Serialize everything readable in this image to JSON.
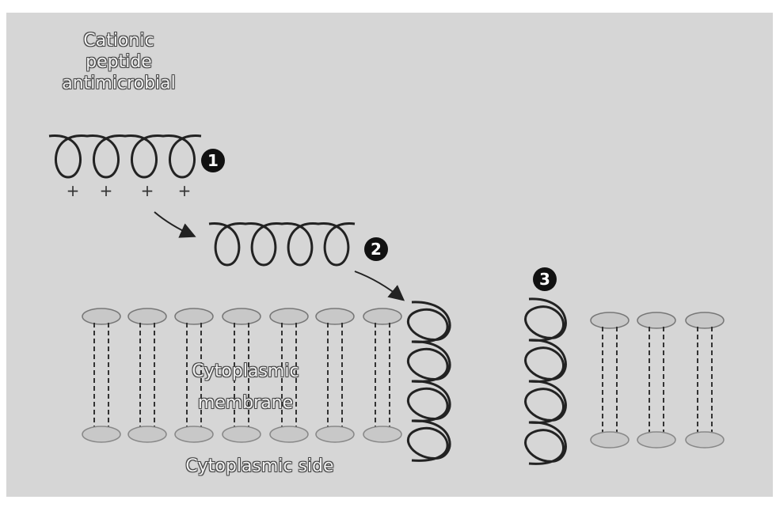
{
  "labels": {
    "peptide_line1": "Cationic",
    "peptide_line2": "peptide",
    "peptide_line3": "antimicrobial",
    "membrane_line1": "Cytoplasmic",
    "membrane_line2": "membrane",
    "cytoplasmic_side": "Cytoplasmic side"
  },
  "steps": [
    "1",
    "2",
    "3"
  ],
  "charges": [
    "+",
    "+",
    "+",
    "+"
  ],
  "colors": {
    "panel": "#d6d6d6",
    "line": "#222222",
    "step_badge": "#111111",
    "lipid": "#c8c8c8"
  }
}
